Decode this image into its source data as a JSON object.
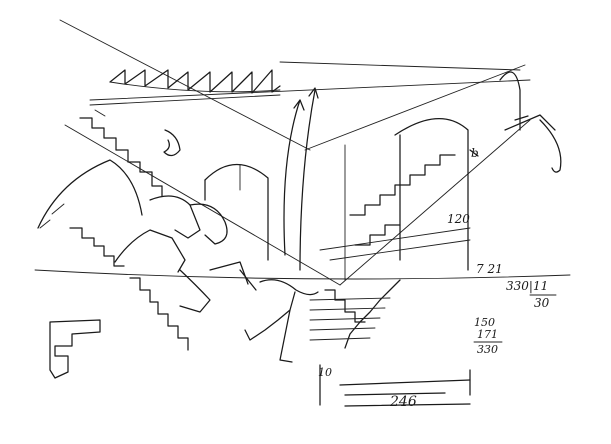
{
  "image": {
    "kind": "pen sketch on white paper",
    "ink_color": "#1a1a1a",
    "background": "#ffffff"
  },
  "annotations": {
    "stair_width_label": "120",
    "riser_label": "7 21",
    "ratio_label": "330|11",
    "ratio_divisor": "30",
    "sum_top": "150",
    "sum_mid": "171",
    "sum_result": "330",
    "side_label": "10",
    "bottom_dimension": "246",
    "letter_b": "b"
  }
}
